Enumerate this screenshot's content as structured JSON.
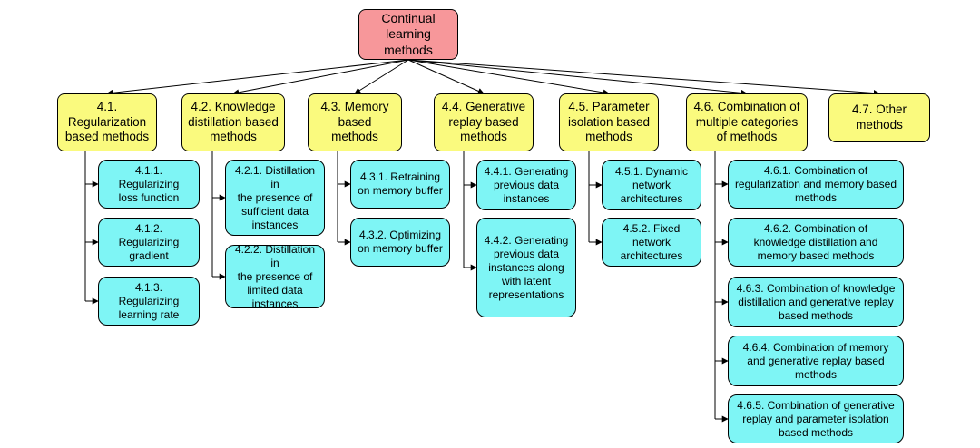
{
  "colors": {
    "root": "#f7979a",
    "category": "#fafa7e",
    "subcategory": "#7ef5f5",
    "line": "#000000"
  },
  "root": {
    "label": "Continual\nlearning methods"
  },
  "categories": [
    {
      "label": "4.1.\nRegularization\nbased methods",
      "children": [
        "4.1.1. Regularizing\nloss function",
        "4.1.2. Regularizing\ngradient",
        "4.1.3. Regularizing\nlearning rate"
      ]
    },
    {
      "label": "4.2. Knowledge\ndistillation based\nmethods",
      "children": [
        "4.2.1. Distillation in\nthe presence of\nsufficient data\ninstances",
        "4.2.2. Distillation in\nthe presence of\nlimited data\ninstances"
      ]
    },
    {
      "label": "4.3. Memory\nbased methods",
      "children": [
        "4.3.1. Retraining\non memory buffer",
        "4.3.2. Optimizing\non memory buffer"
      ]
    },
    {
      "label": "4.4. Generative\nreplay based\nmethods",
      "children": [
        "4.4.1. Generating\nprevious data\ninstances",
        "4.4.2. Generating\nprevious data\ninstances along\nwith latent\nrepresentations"
      ]
    },
    {
      "label": "4.5. Parameter\nisolation based\nmethods",
      "children": [
        "4.5.1. Dynamic\nnetwork\narchitectures",
        "4.5.2. Fixed\nnetwork\narchitectures"
      ]
    },
    {
      "label": "4.6. Combination of\nmultiple categories\nof methods",
      "children": [
        "4.6.1. Combination of\nregularization and memory based\nmethods",
        "4.6.2. Combination of\nknowledge distillation and\nmemory based methods",
        "4.6.3. Combination of knowledge\ndistillation and generative replay\nbased methods",
        "4.6.4. Combination of memory\nand generative replay based\nmethods",
        "4.6.5. Combination of generative\nreplay and parameter isolation\nbased methods"
      ]
    },
    {
      "label": "4.7. Other\nmethods",
      "children": []
    }
  ]
}
